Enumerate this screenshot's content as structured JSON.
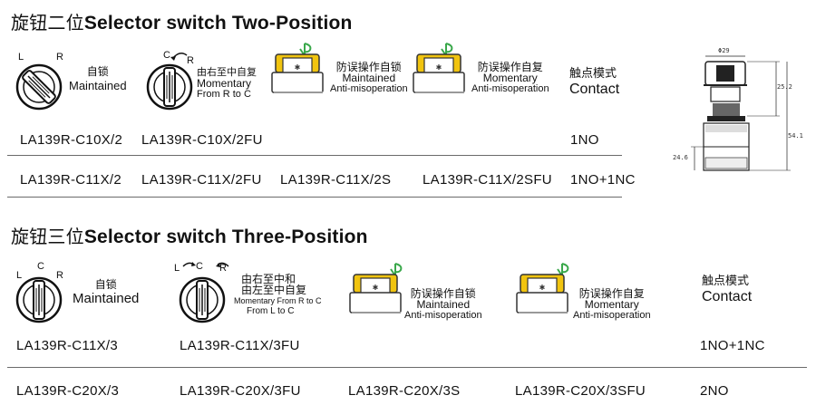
{
  "two_position": {
    "title_cn": "旋钮二位",
    "title_en": "Selector switch Two-Position",
    "items": [
      {
        "labels": "L R",
        "l": "L",
        "r": "R",
        "cn": "自锁",
        "en": [
          "Maintained"
        ]
      },
      {
        "l": "C",
        "r": "R",
        "cn": "由右至中自复",
        "en": [
          "Momentary",
          "From R to C"
        ]
      },
      {
        "cn": "防误操作自锁",
        "en": [
          "Maintained",
          "Anti-misoperation"
        ]
      },
      {
        "cn": "防误操作自复",
        "en": [
          "Momentary",
          "Anti-misoperation"
        ]
      }
    ],
    "contact_header": {
      "cn": "触点模式",
      "en": "Contact"
    },
    "rows": [
      {
        "codes": [
          "LA139R-C10X/2",
          "LA139R-C10X/2FU",
          "",
          ""
        ],
        "contact": "1NO"
      },
      {
        "codes": [
          "LA139R-C11X/2",
          "LA139R-C11X/2FU",
          "LA139R-C11X/2S",
          "LA139R-C11X/2SFU"
        ],
        "contact": "1NO+1NC"
      }
    ]
  },
  "three_position": {
    "title_cn": "旋钮三位",
    "title_en": "Selector switch Three-Position",
    "items": [
      {
        "l": "L",
        "c": "C",
        "r": "R",
        "cn": "自锁",
        "en": [
          "Maintained"
        ]
      },
      {
        "l": "L",
        "c": "C",
        "r": "R",
        "cn": [
          "由右至中和",
          "由左至中自复"
        ],
        "en": [
          "Momentary From R to C",
          "From L to C"
        ]
      },
      {
        "cn": "防误操作自锁",
        "en": [
          "Maintained",
          "Anti-misoperation"
        ]
      },
      {
        "cn": "防误操作自复",
        "en": [
          "Momentary",
          "Anti-misoperation"
        ]
      }
    ],
    "contact_header": {
      "cn": "触点模式",
      "en": "Contact"
    },
    "rows": [
      {
        "codes": [
          "LA139R-C11X/3",
          "LA139R-C11X/3FU",
          "",
          ""
        ],
        "contact": "1NO+1NC"
      },
      {
        "codes": [
          "LA139R-C20X/3",
          "LA139R-C20X/3FU",
          "LA139R-C20X/3S",
          "LA139R-C20X/3SFU"
        ],
        "contact": "2NO"
      }
    ]
  },
  "dimensions": {
    "d1": "Φ29",
    "d2": "25.2",
    "d3": "54.1",
    "d4": "24.6"
  },
  "colors": {
    "knob_yellow": "#f1c40f",
    "logo_green": "#3aa84b",
    "line": "#6a6a6a"
  }
}
